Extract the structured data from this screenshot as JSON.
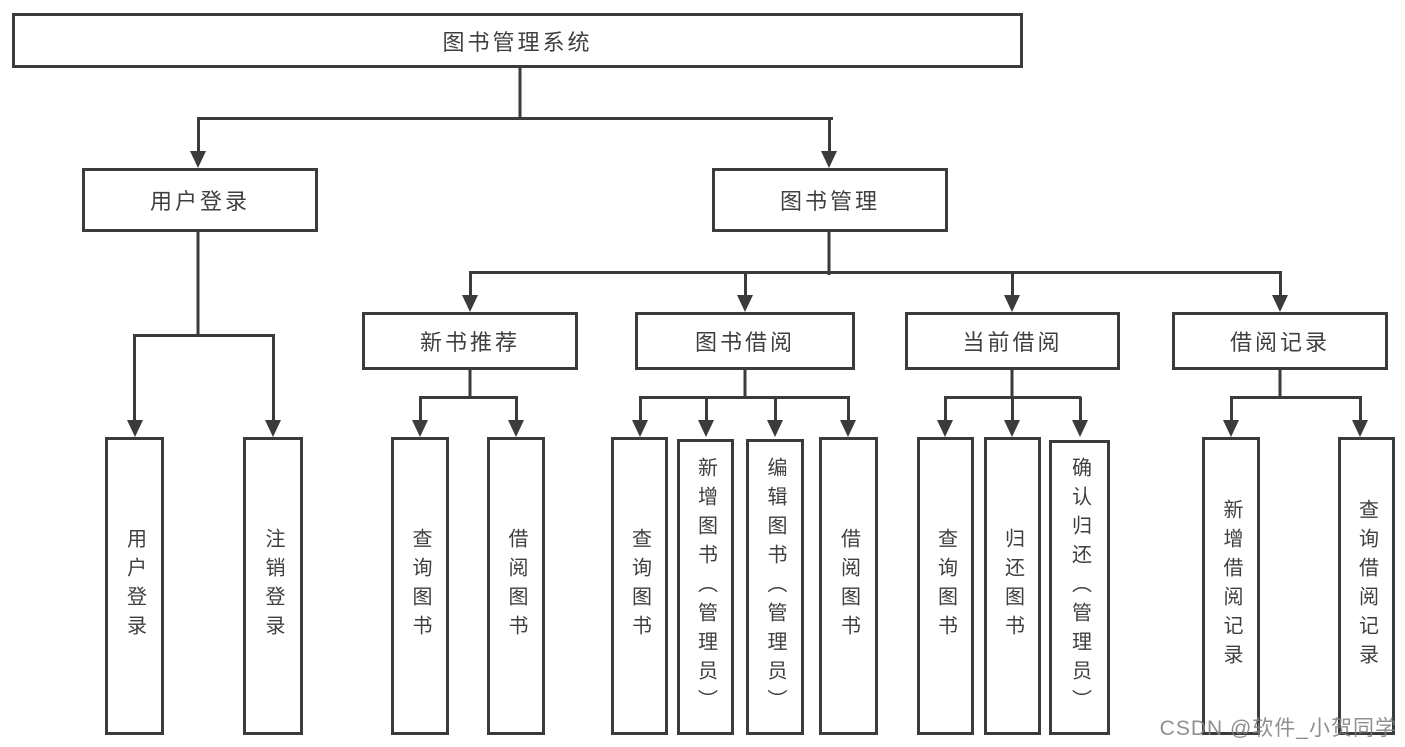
{
  "diagram": {
    "title": "图书管理系统",
    "colors": {
      "line": "#3b3b3b",
      "text": "#3f3f3f",
      "background": "#ffffff",
      "watermark": "#808080"
    },
    "watermark": "CSDN @软件_小贺同学",
    "nodes": {
      "root": "图书管理系统",
      "user_login_group": "用户登录",
      "book_mgmt_group": "图书管理",
      "new_book_rec": "新书推荐",
      "book_borrow": "图书借阅",
      "current_borrow": "当前借阅",
      "borrow_records": "借阅记录",
      "leaf_user_login": "用户登录",
      "leaf_logout": "注销登录",
      "leaf_query_book_1": "查询图书",
      "leaf_borrow_book_1": "借阅图书",
      "leaf_query_book_2": "查询图书",
      "leaf_add_book": "新增图书（管理员）",
      "leaf_edit_book": "编辑图书（管理员）",
      "leaf_borrow_book_2": "借阅图书",
      "leaf_query_book_3": "查询图书",
      "leaf_return_book": "归还图书",
      "leaf_confirm_return": "确认归还（管理员）",
      "leaf_add_borrow_record": "新增借阅记录",
      "leaf_query_borrow_record": "查询借阅记录"
    },
    "hierarchy_note": {
      "root_children": "用户登录, 图书管理",
      "user_login_children": "用户登录, 注销登录",
      "book_mgmt_children": "新书推荐, 图书借阅, 当前借阅, 借阅记录",
      "new_book_rec_children": "查询图书, 借阅图书",
      "book_borrow_children": "查询图书, 新增图书（管理员）, 编辑图书（管理员）, 借阅图书",
      "current_borrow_children": "查询图书, 归还图书, 确认归还（管理员）",
      "borrow_records_children": "新增借阅记录, 查询借阅记录"
    }
  }
}
